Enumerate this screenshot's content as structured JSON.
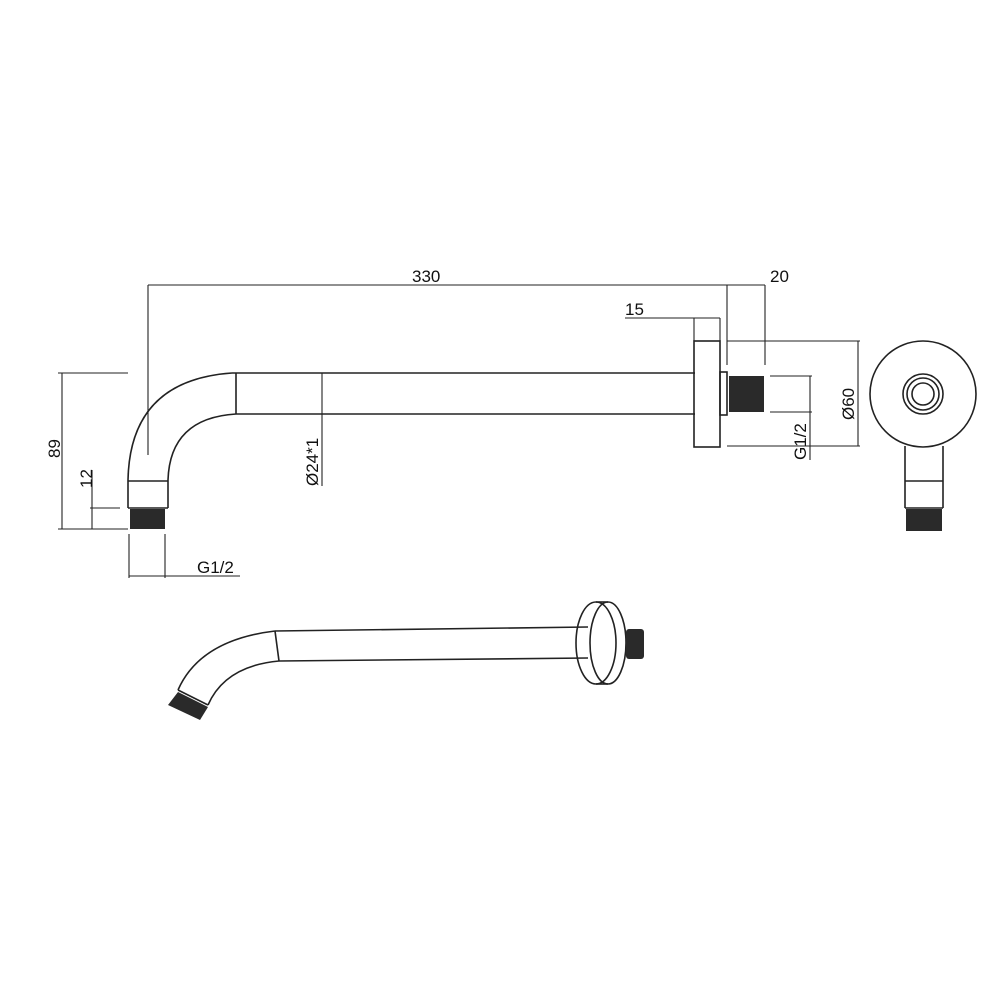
{
  "drawing": {
    "title": "Wall-mounted shower arm technical drawing",
    "dimensions": {
      "length": "330",
      "flange_depth": "15",
      "thread_length": "20",
      "height": "89",
      "outlet_thread_length": "12",
      "pipe_diameter": "Ø24*1",
      "flange_diameter": "Ø60",
      "inlet_thread": "G1/2",
      "outlet_thread": "G1/2"
    },
    "views": [
      "side-view",
      "end-view",
      "perspective-view"
    ],
    "colors": {
      "line": "#222222",
      "background": "#ffffff",
      "thread": "#2a2a2a"
    }
  }
}
